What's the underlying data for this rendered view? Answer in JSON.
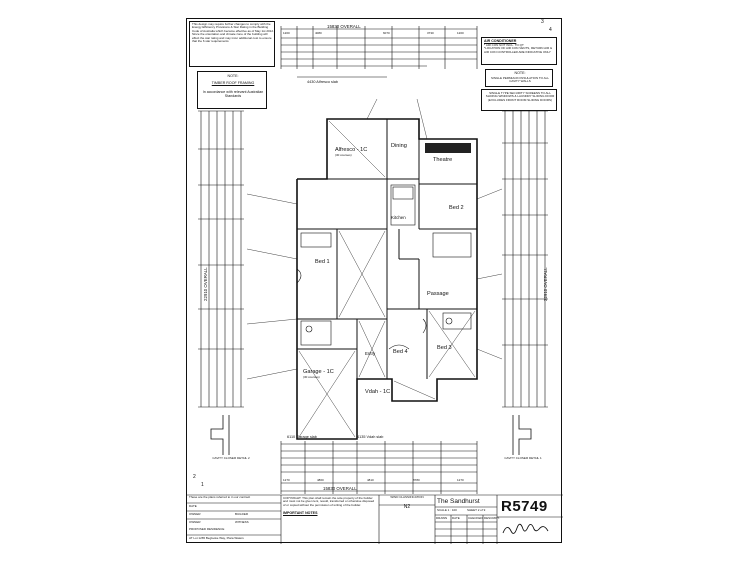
{
  "notes": {
    "top_left": "This design may require further changes to comply with the Energy Efficiency Provisions & Star Rating in the Building Code of Australia which became effective as of May 1st 2012. Since the orientation and climate zone of the building will effect the star rating and may incur additional cost to ensure that the 6 star requirements",
    "timber_heading": "NOTE:",
    "timber_title": "TIMBER ROOF FRAMING",
    "timber_body": "In accordance with relevant Australian Standards",
    "aircon_heading": "AIR CONDITIONER",
    "aircon_body": "* AIR CON NOT INCL. TO QT\n*LOCATION OF AIR CON VENTS, RETURN AIR & AIR CON CONTROLLER ARE INDICATIVE ONLY",
    "sisalation_heading": "NOTE:",
    "sisalation_body": "SINGLE PERMIACIN INSULATION TO ALL CAVITY WALLS",
    "security_screens": "SINGLE TYPE SECURITY SCREENS TO ALL SLIDING WINDOWS & LAUNDRY SLIDING DOOR (EXCLUDES FRONT ROOM SLIDING DOORS)",
    "cavity_left": "CAVITY CLOSER DETAIL 2",
    "cavity_right": "CAVITY CLOSER DETAIL 1",
    "plans_notice": "These are the plans referred to in our contract",
    "important_notes_title": "IMPORTANT NOTES",
    "copyright": "COPYRIGHT: This plan shall remain the sole property of the builder and must not be given lent, resold, transferred or otherwise disposed of or copied without the permission of writing of the builder."
  },
  "dimensions": {
    "overall_top": "15830 OVERALL",
    "overall_bottom": "15830 OVERALL",
    "overall_left": "22910 OVERALL",
    "overall_right": "22910 OVERALL",
    "alfresco_slab": "4430 Alfresco slab",
    "garage_slab": "6110 Garage slab",
    "verandah_slab": "4135 Vdah slab",
    "top_chain": [
      "1200",
      "4080",
      "6070",
      "3730",
      "1200"
    ],
    "bottom_chain": [
      "1270",
      "4860",
      "4810",
      "8780",
      "1270"
    ]
  },
  "rooms": [
    {
      "label": "Alfresco - 1C",
      "size": "(30 courses)"
    },
    {
      "label": "Dining",
      "size": ""
    },
    {
      "label": "Theatre",
      "size": ""
    },
    {
      "label": "Kitchen",
      "size": ""
    },
    {
      "label": "Bed 1",
      "size": ""
    },
    {
      "label": "Bed 2",
      "size": ""
    },
    {
      "label": "Passage",
      "size": ""
    },
    {
      "label": "Bed 3",
      "size": ""
    },
    {
      "label": "Bed 4",
      "size": ""
    },
    {
      "label": "Garage - 1C",
      "size": "(30 courses)"
    },
    {
      "label": "Vdah - 1C",
      "size": ""
    },
    {
      "label": "Entry",
      "size": ""
    }
  ],
  "title_block": {
    "date_label": "DATE",
    "owner_label": "OWNER",
    "builder_label": "BUILDER",
    "witness_label": "WITNESS",
    "proposed_label": "PROPOSED RESIDENCE",
    "address": "AT Lot 1265 Beglooke Way, Piara Waters",
    "wind_label": "WIND CLASSIFICATION",
    "wind_value": "N2",
    "design_name": "The Sandhurst",
    "scale": "SCALE 1 : 100",
    "sheet": "SHEET 2 of 9",
    "drawn": "DRAWN",
    "date_col": "DATE",
    "checked": "CHECKED",
    "desc": "DESCRIPT.",
    "job_code": "R5749",
    "signature": "Ross North",
    "corner_top_left": "3",
    "corner_top_right": "4",
    "corner_bottom_left": "2",
    "corner_bottom_right": "1"
  }
}
